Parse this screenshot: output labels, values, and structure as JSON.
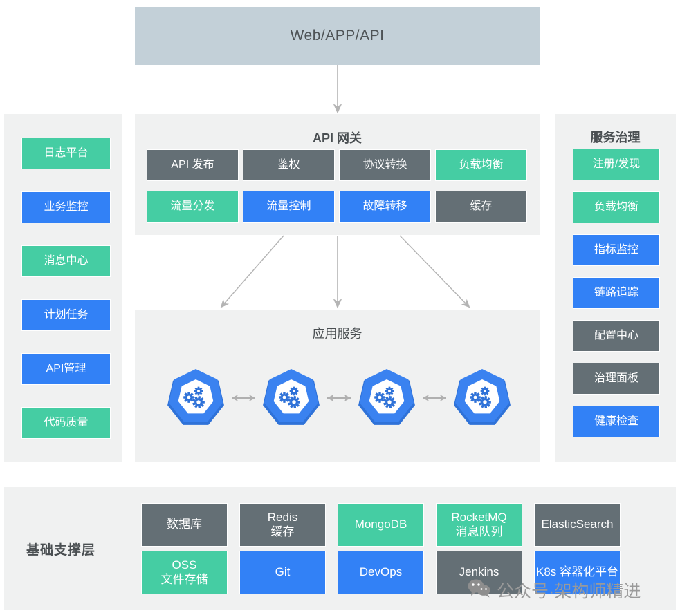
{
  "client": {
    "label": "Web/APP/API"
  },
  "gateway": {
    "title": "API 网关",
    "tiles": [
      {
        "label": "API 发布",
        "color": "gray"
      },
      {
        "label": "鉴权",
        "color": "gray"
      },
      {
        "label": "协议转换",
        "color": "gray"
      },
      {
        "label": "负载均衡",
        "color": "green"
      },
      {
        "label": "流量分发",
        "color": "green"
      },
      {
        "label": "流量控制",
        "color": "blue"
      },
      {
        "label": "故障转移",
        "color": "blue"
      },
      {
        "label": "缓存",
        "color": "gray"
      }
    ]
  },
  "left_panel": {
    "tiles": [
      {
        "label": "日志平台",
        "color": "green"
      },
      {
        "label": "业务监控",
        "color": "blue"
      },
      {
        "label": "消息中心",
        "color": "green"
      },
      {
        "label": "计划任务",
        "color": "blue"
      },
      {
        "label": "API管理",
        "color": "blue"
      },
      {
        "label": "代码质量",
        "color": "green"
      }
    ]
  },
  "right_panel": {
    "title": "服务治理",
    "tiles": [
      {
        "label": "注册/发现",
        "color": "green"
      },
      {
        "label": "负载均衡",
        "color": "green"
      },
      {
        "label": "指标监控",
        "color": "blue"
      },
      {
        "label": "链路追踪",
        "color": "blue"
      },
      {
        "label": "配置中心",
        "color": "gray"
      },
      {
        "label": "治理面板",
        "color": "gray"
      },
      {
        "label": "健康检查",
        "color": "blue"
      }
    ]
  },
  "app_services": {
    "title": "应用服务",
    "node_count": 4,
    "node_icon": "kubernetes-gears-icon",
    "link_icon": "double-arrow-icon"
  },
  "infra": {
    "title": "基础支撑层",
    "tiles": [
      {
        "label": "数据库",
        "sub": "",
        "color": "gray"
      },
      {
        "label": "Redis",
        "sub": "缓存",
        "color": "gray"
      },
      {
        "label": "MongoDB",
        "sub": "",
        "color": "green"
      },
      {
        "label": "RocketMQ",
        "sub": "消息队列",
        "color": "green"
      },
      {
        "label": "ElasticSearch",
        "sub": "",
        "color": "gray"
      },
      {
        "label": "OSS",
        "sub": "文件存储",
        "color": "green"
      },
      {
        "label": "Git",
        "sub": "",
        "color": "blue"
      },
      {
        "label": "DevOps",
        "sub": "",
        "color": "blue"
      },
      {
        "label": "Jenkins",
        "sub": "",
        "color": "gray"
      },
      {
        "label": "K8s 容器化平台",
        "sub": "",
        "color": "blue"
      }
    ]
  },
  "watermark": {
    "text": "公众号·架构师精进",
    "icon": "wechat-icon"
  },
  "colors": {
    "gray": "#646f75",
    "green": "#45cda3",
    "blue": "#3281f6",
    "panel_bg": "#f0f1f1",
    "client_bg": "#c3d0d8",
    "arrow": "#b4b4b4"
  }
}
